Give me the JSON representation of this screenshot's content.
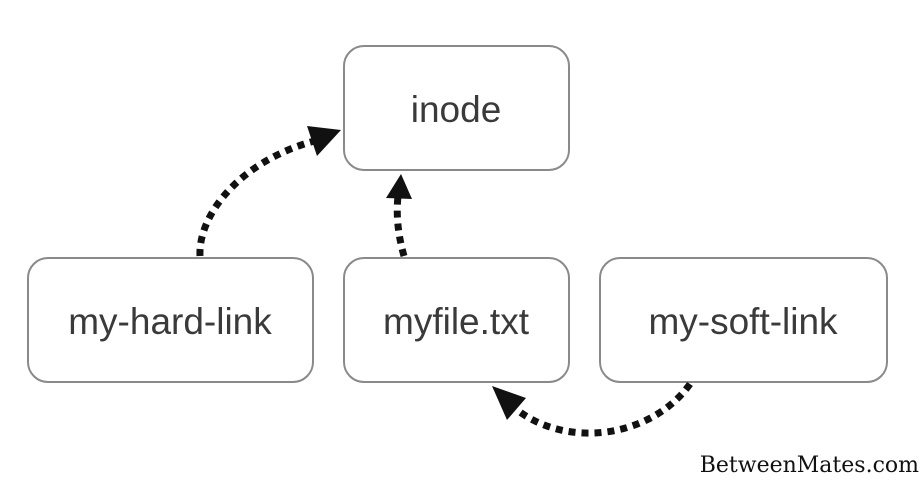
{
  "nodes": {
    "inode": "inode",
    "hard_link": "my-hard-link",
    "file": "myfile.txt",
    "soft_link": "my-soft-link"
  },
  "watermark": "BetweenMates.com",
  "colors": {
    "box_border": "#8a8a8a",
    "text": "#3a3a3a",
    "arrow": "#111111"
  }
}
